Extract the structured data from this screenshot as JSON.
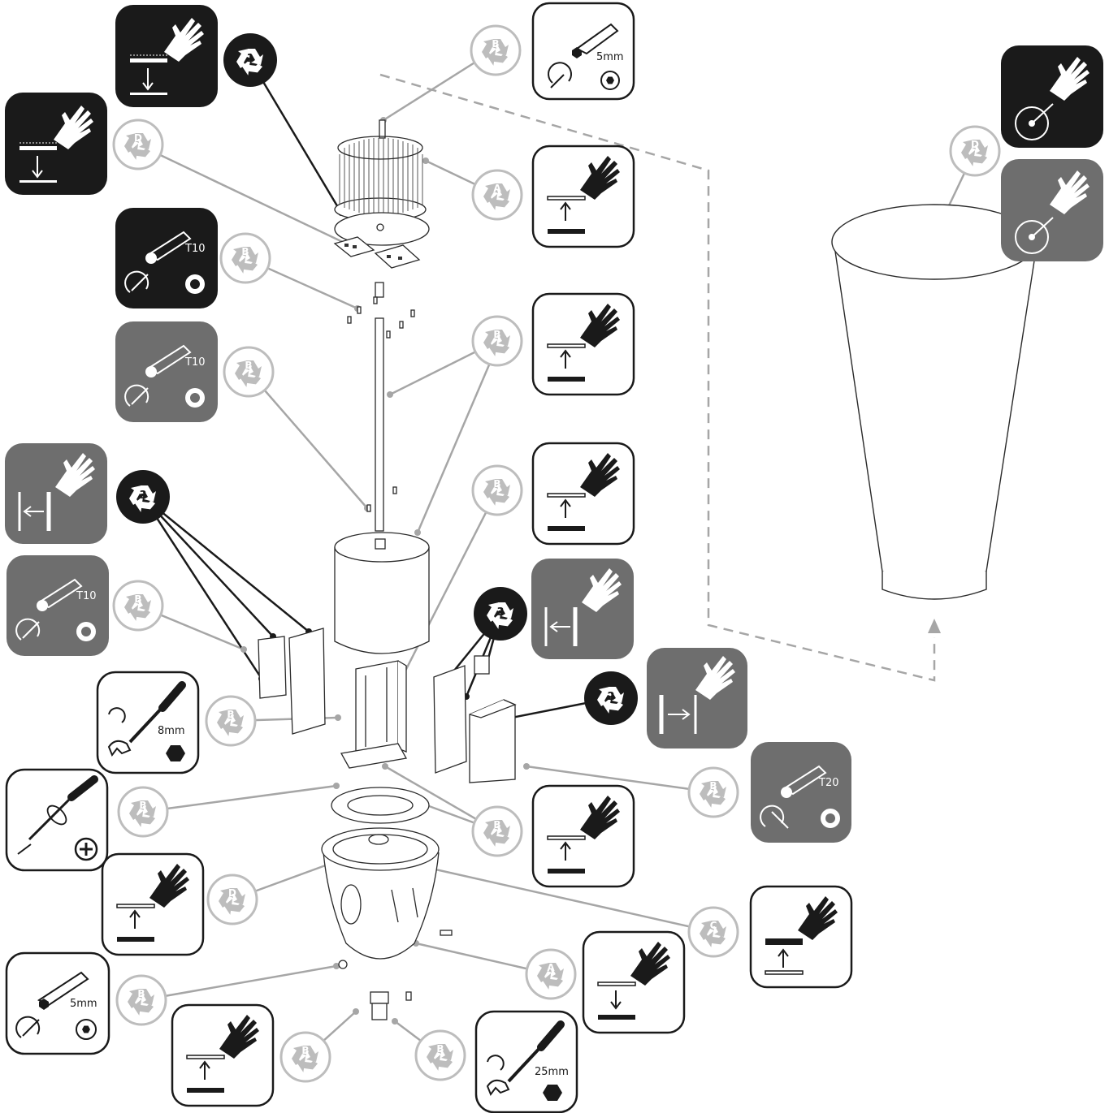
{
  "recycle_badges": [
    {
      "letter": "B",
      "color": "#bdbdbd"
    },
    {
      "letter": "D",
      "color": "#bdbdbd"
    },
    {
      "letter": "A",
      "color": "#bdbdbd"
    },
    {
      "letter": "B",
      "color": "#bdbdbd"
    },
    {
      "letter": "B",
      "color": "#bdbdbd"
    },
    {
      "letter": "B",
      "color": "#bdbdbd"
    },
    {
      "letter": "B",
      "color": "#bdbdbd"
    },
    {
      "letter": "B",
      "color": "#bdbdbd"
    },
    {
      "letter": "B",
      "color": "#bdbdbd"
    },
    {
      "letter": "B",
      "color": "#bdbdbd"
    },
    {
      "letter": "B",
      "color": "#bdbdbd"
    },
    {
      "letter": "B",
      "color": "#bdbdbd"
    },
    {
      "letter": "D",
      "color": "#bdbdbd"
    },
    {
      "letter": "C",
      "color": "#bdbdbd"
    },
    {
      "letter": "A",
      "color": "#bdbdbd"
    },
    {
      "letter": "B",
      "color": "#bdbdbd"
    },
    {
      "letter": "B",
      "color": "#bdbdbd"
    },
    {
      "letter": "B",
      "color": "#bdbdbd"
    },
    {
      "letter": "D",
      "color": "#bdbdbd"
    }
  ],
  "numbered_badges": [
    {
      "number": "1"
    },
    {
      "number": "3"
    },
    {
      "number": "3"
    },
    {
      "number": "2"
    }
  ],
  "tool_labels": {
    "hex_5mm_top": "5mm",
    "torx_t10_a": "T10",
    "torx_t10_b": "T10",
    "torx_t10_c": "T10",
    "wrench_8mm": "8mm",
    "torx_t20": "T20",
    "hex_5mm_bottom": "5mm",
    "wrench_25mm": "25mm"
  },
  "colors": {
    "dark_panel": "#1a1a1a",
    "grey_panel": "#6e6e6e",
    "badge_ring": "#bdbdbd",
    "leader_grey": "#a6a6a6",
    "leader_dark": "#1a1a1a"
  }
}
